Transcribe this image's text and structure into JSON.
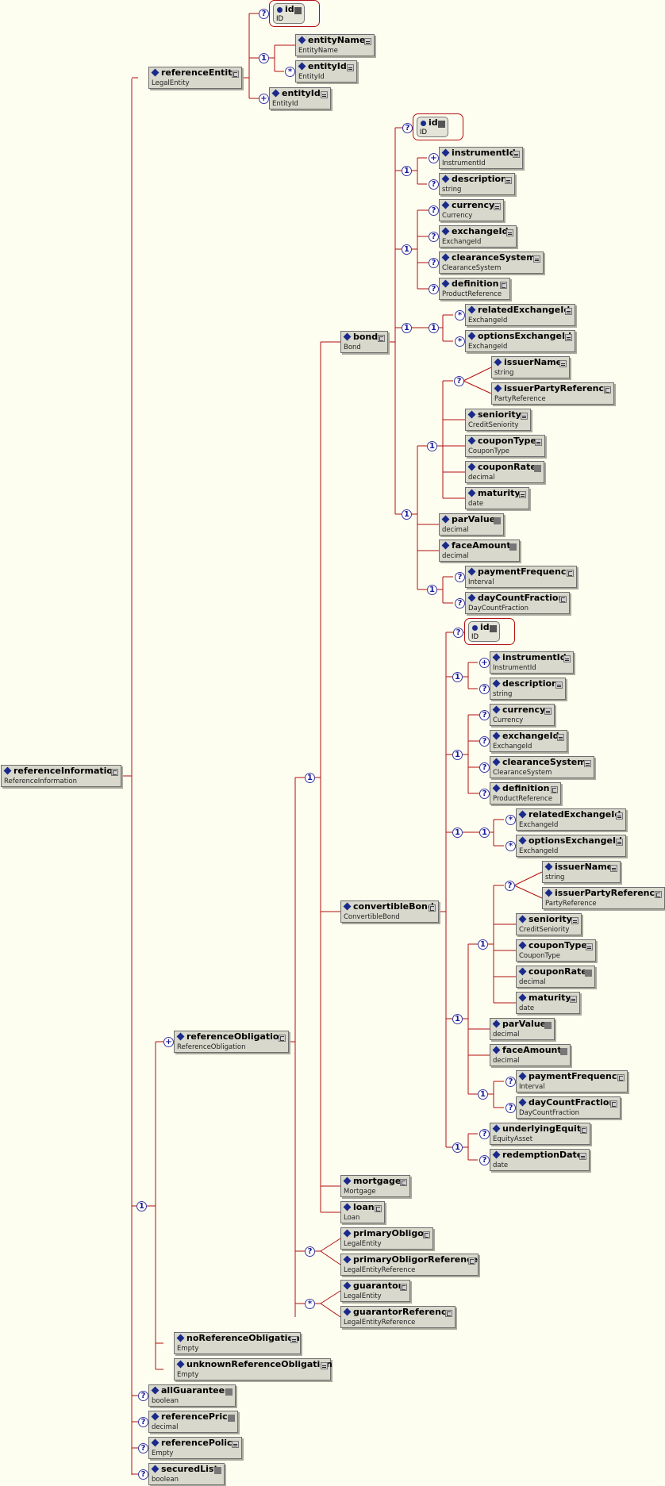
{
  "nodes": {
    "refInfo": {
      "name": "referenceInformation",
      "type": "ReferenceInformation"
    },
    "refEntity": {
      "name": "referenceEntity",
      "type": "LegalEntity"
    },
    "re_id": {
      "name": "id",
      "type": "ID"
    },
    "re_entityName": {
      "name": "entityName",
      "type": "EntityName"
    },
    "re_entityId1": {
      "name": "entityId",
      "type": "EntityId"
    },
    "re_entityId2": {
      "name": "entityId",
      "type": "EntityId"
    },
    "refObligation": {
      "name": "referenceObligation",
      "type": "ReferenceObligation"
    },
    "bond": {
      "name": "bond",
      "type": "Bond"
    },
    "b_id": {
      "name": "id",
      "type": "ID"
    },
    "b_instrumentId": {
      "name": "instrumentId",
      "type": "InstrumentId"
    },
    "b_description": {
      "name": "description",
      "type": "string"
    },
    "b_currency": {
      "name": "currency",
      "type": "Currency"
    },
    "b_exchangeId": {
      "name": "exchangeId",
      "type": "ExchangeId"
    },
    "b_clearanceSystem": {
      "name": "clearanceSystem",
      "type": "ClearanceSystem"
    },
    "b_definition": {
      "name": "definition",
      "type": "ProductReference"
    },
    "b_relatedExchangeId": {
      "name": "relatedExchangeId",
      "type": "ExchangeId"
    },
    "b_optionsExchangeId": {
      "name": "optionsExchangeId",
      "type": "ExchangeId"
    },
    "b_issuerName": {
      "name": "issuerName",
      "type": "string"
    },
    "b_issuerPartyReference": {
      "name": "issuerPartyReference",
      "type": "PartyReference"
    },
    "b_seniority": {
      "name": "seniority",
      "type": "CreditSeniority"
    },
    "b_couponType": {
      "name": "couponType",
      "type": "CouponType"
    },
    "b_couponRate": {
      "name": "couponRate",
      "type": "decimal"
    },
    "b_maturity": {
      "name": "maturity",
      "type": "date"
    },
    "b_parValue": {
      "name": "parValue",
      "type": "decimal"
    },
    "b_faceAmount": {
      "name": "faceAmount",
      "type": "decimal"
    },
    "b_paymentFrequency": {
      "name": "paymentFrequency",
      "type": "Interval"
    },
    "b_dayCountFraction": {
      "name": "dayCountFraction",
      "type": "DayCountFraction"
    },
    "convertibleBond": {
      "name": "convertibleBond",
      "type": "ConvertibleBond"
    },
    "c_id": {
      "name": "id",
      "type": "ID"
    },
    "c_instrumentId": {
      "name": "instrumentId",
      "type": "InstrumentId"
    },
    "c_description": {
      "name": "description",
      "type": "string"
    },
    "c_currency": {
      "name": "currency",
      "type": "Currency"
    },
    "c_exchangeId": {
      "name": "exchangeId",
      "type": "ExchangeId"
    },
    "c_clearanceSystem": {
      "name": "clearanceSystem",
      "type": "ClearanceSystem"
    },
    "c_definition": {
      "name": "definition",
      "type": "ProductReference"
    },
    "c_relatedExchangeId": {
      "name": "relatedExchangeId",
      "type": "ExchangeId"
    },
    "c_optionsExchangeId": {
      "name": "optionsExchangeId",
      "type": "ExchangeId"
    },
    "c_issuerName": {
      "name": "issuerName",
      "type": "string"
    },
    "c_issuerPartyReference": {
      "name": "issuerPartyReference",
      "type": "PartyReference"
    },
    "c_seniority": {
      "name": "seniority",
      "type": "CreditSeniority"
    },
    "c_couponType": {
      "name": "couponType",
      "type": "CouponType"
    },
    "c_couponRate": {
      "name": "couponRate",
      "type": "decimal"
    },
    "c_maturity": {
      "name": "maturity",
      "type": "date"
    },
    "c_parValue": {
      "name": "parValue",
      "type": "decimal"
    },
    "c_faceAmount": {
      "name": "faceAmount",
      "type": "decimal"
    },
    "c_paymentFrequency": {
      "name": "paymentFrequency",
      "type": "Interval"
    },
    "c_dayCountFraction": {
      "name": "dayCountFraction",
      "type": "DayCountFraction"
    },
    "c_underlyingEquity": {
      "name": "underlyingEquity",
      "type": "EquityAsset"
    },
    "c_redemptionDate": {
      "name": "redemptionDate",
      "type": "date"
    },
    "mortgage": {
      "name": "mortgage",
      "type": "Mortgage"
    },
    "loan": {
      "name": "loan",
      "type": "Loan"
    },
    "primaryObligor": {
      "name": "primaryObligor",
      "type": "LegalEntity"
    },
    "primaryObligorReference": {
      "name": "primaryObligorReference",
      "type": "LegalEntityReference"
    },
    "guarantor": {
      "name": "guarantor",
      "type": "LegalEntity"
    },
    "guarantorReference": {
      "name": "guarantorReference",
      "type": "LegalEntityReference"
    },
    "noReferenceObligation": {
      "name": "noReferenceObligation",
      "type": "Empty"
    },
    "unknownReferenceObligation": {
      "name": "unknownReferenceObligation",
      "type": "Empty"
    },
    "allGuarantees": {
      "name": "allGuarantees",
      "type": "boolean"
    },
    "referencePrice": {
      "name": "referencePrice",
      "type": "decimal"
    },
    "referencePolicy": {
      "name": "referencePolicy",
      "type": "Empty"
    },
    "securedList": {
      "name": "securedList",
      "type": "boolean"
    }
  },
  "indicator_symbols": {
    "optional": "?",
    "one": "1",
    "many": "*",
    "one_or_more": "+"
  },
  "colors": {
    "background": "#fefef0",
    "connector": "#b01010",
    "node_fill": "#d8d8cc",
    "diamond": "#1a2a8a"
  }
}
